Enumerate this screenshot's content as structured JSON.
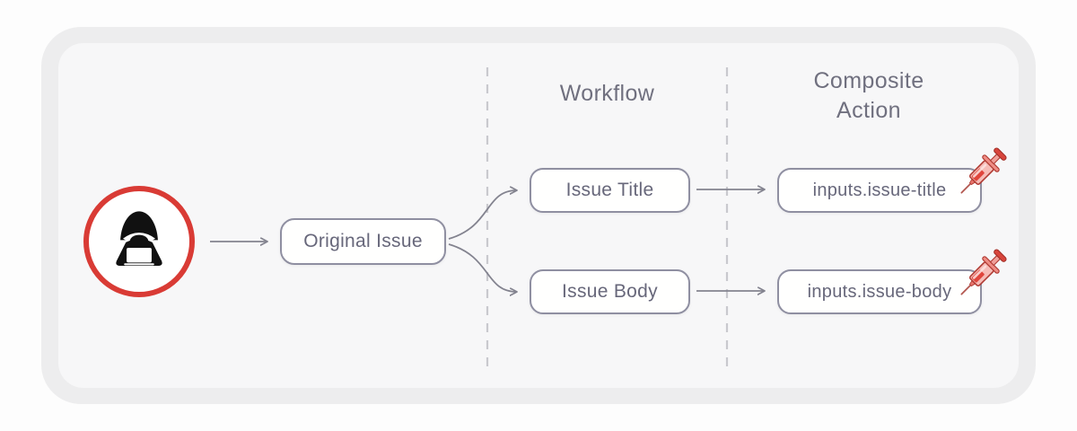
{
  "diagram": {
    "headers": {
      "workflow": "Workflow",
      "composite_action_line1": "Composite",
      "composite_action_line2": "Action"
    },
    "nodes": {
      "original_issue": {
        "label": "Original Issue"
      },
      "issue_title": {
        "label": "Issue Title"
      },
      "issue_body": {
        "label": "Issue Body"
      },
      "inputs_issue_title": {
        "label": "inputs.issue-title"
      },
      "inputs_issue_body": {
        "label": "inputs.issue-body"
      }
    },
    "icons": {
      "attacker": "hooded-hacker-with-laptop",
      "injection_title": "syringe",
      "injection_body": "syringe"
    },
    "colors": {
      "accent_red": "#d93b35",
      "arrow_gray": "#83838f",
      "box_border": "#8f8fa1",
      "box_text": "#67677a",
      "header_text": "#70707f",
      "dashed_divider": "#c9c9ce",
      "card_ring": "#ededee",
      "card_background": "#f7f7f8",
      "icon_black": "#111111"
    }
  }
}
